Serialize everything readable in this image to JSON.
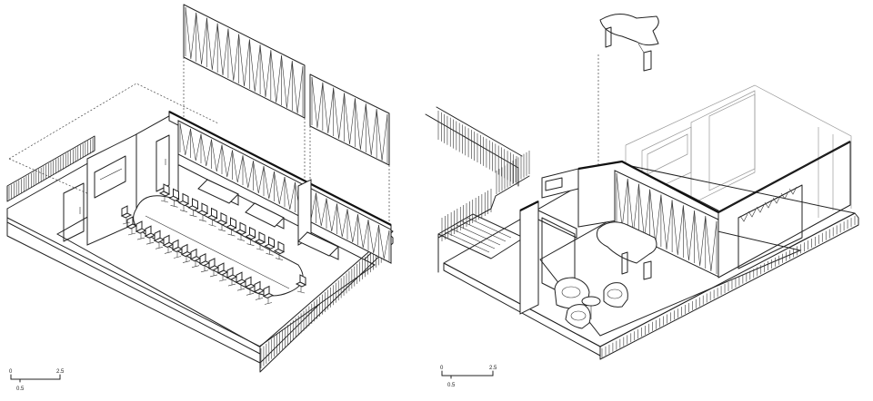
{
  "scale_bar_left": {
    "label_zero": "0",
    "label_mid": "2.5",
    "label_sub": "0.5"
  },
  "scale_bar_right": {
    "label_zero": "0",
    "label_mid": "2.5",
    "label_sub": "0.5"
  }
}
